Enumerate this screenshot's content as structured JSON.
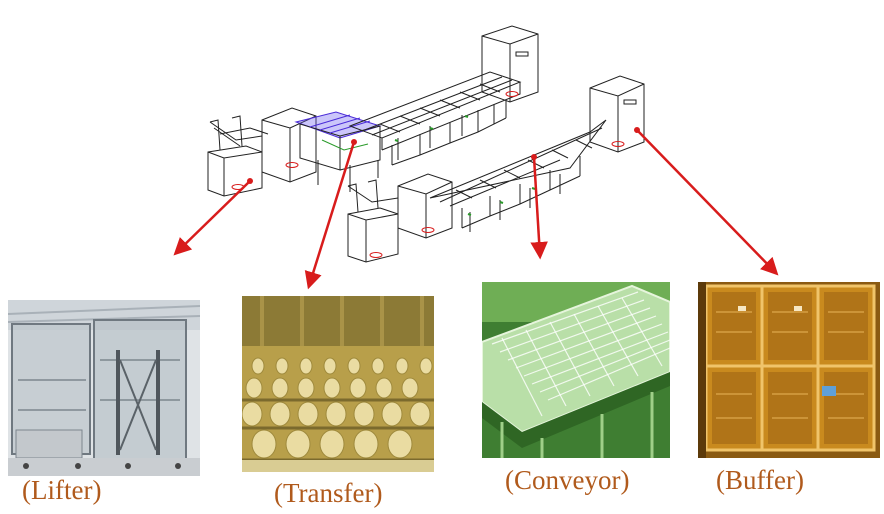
{
  "captions": {
    "lifter": "(Lifter)",
    "transfer": "(Transfer)",
    "conveyor": "(Conveyor)",
    "buffer": "(Buffer)"
  },
  "photos": {
    "lifter": "lifter-photo",
    "transfer": "transfer-photo",
    "conveyor": "conveyor-photo",
    "buffer": "buffer-photo"
  },
  "colors": {
    "arrow": "#d81c1c",
    "caption": "#b05a1c",
    "line_drawing": "#222222",
    "transfer_highlight": "#4a2bd8",
    "transfer_photo_tone": "#d8c67a",
    "conveyor_photo_tone": "#4f9a3c",
    "buffer_photo_tone": "#c98a1e",
    "lifter_photo_tone": "#c9cfd4"
  }
}
